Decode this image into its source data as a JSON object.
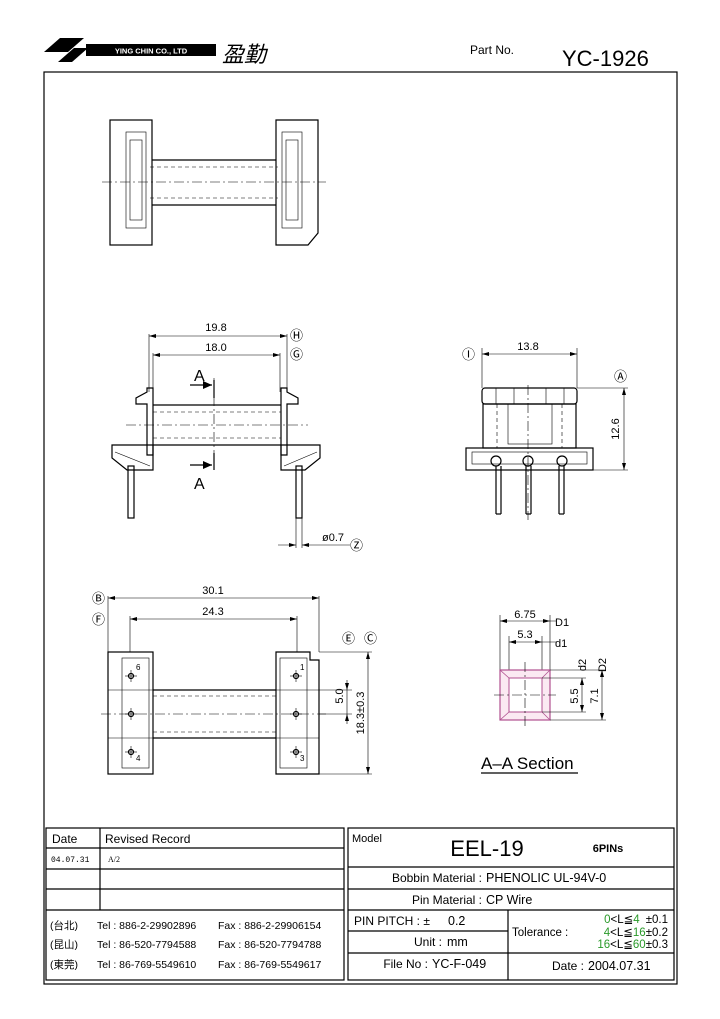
{
  "header": {
    "company": "YING CHIN CO., LTD",
    "company_cn": "盈勤",
    "part_no_label": "Part No.",
    "part_no": "YC-1926"
  },
  "dims": {
    "d19_8": "19.8",
    "d18_0": "18.0",
    "mark_h": "Ⓗ",
    "mark_g": "Ⓖ",
    "sec_a1": "A",
    "sec_a2": "A",
    "pin_dia": "ø0.7",
    "mark_z": "Ⓩ",
    "d13_8": "13.8",
    "mark_i": "Ⓘ",
    "mark_a": "Ⓐ",
    "d12_6": "12.6",
    "d30_1": "30.1",
    "d24_3": "24.3",
    "mark_b": "Ⓑ",
    "mark_f": "Ⓕ",
    "mark_e": "Ⓔ",
    "mark_c": "Ⓒ",
    "d5_0": "5.0",
    "d18_3": "18.3±0.3",
    "pin1": "1",
    "pin3": "3",
    "pin4": "4",
    "pin6": "6",
    "d6_75": "6.75",
    "d5_3": "5.3",
    "mark_d1": "D1",
    "mark_d1s": "d1",
    "mark_d2s": "d2",
    "mark_d2": "D2",
    "d5_5": "5.5",
    "d7_1": "7.1",
    "section_title": "A–A Section"
  },
  "revision": {
    "col_date": "Date",
    "col_record": "Revised  Record",
    "rows": [
      {
        "date": "04.07.31",
        "record": "A/2"
      }
    ]
  },
  "offices": [
    {
      "city": "(台北)",
      "tel": "Tel : 886-2-29902896",
      "fax": "Fax : 886-2-29906154"
    },
    {
      "city": "(昆山)",
      "tel": "Tel : 86-520-7794588",
      "fax": "Fax : 86-520-7794788"
    },
    {
      "city": "(東莞)",
      "tel": "Tel : 86-769-5549610",
      "fax": "Fax : 86-769-5549617"
    }
  ],
  "spec": {
    "model_label": "Model",
    "model": "EEL-19",
    "pins": "6PINs",
    "bobbin_label": "Bobbin  Material :",
    "bobbin": "PHENOLIC UL-94V-0",
    "pin_label": "Pin  Material :",
    "pin_material": "CP Wire",
    "pitch_label": "PIN  PITCH : ±",
    "pitch": "0.2",
    "unit_label": "Unit :",
    "unit": "mm",
    "file_label": "File  No :",
    "file": "YC-F-049",
    "date_label": "Date :",
    "date": "2004.07.31",
    "tolerance_label": "Tolerance :",
    "tolerance": [
      {
        "lo": "0",
        "op": "<L≦",
        "hi": "4",
        "val": "±0.1"
      },
      {
        "lo": "4",
        "op": "<L≦",
        "hi": "16",
        "val": "±0.2"
      },
      {
        "lo": "16",
        "op": "<L≦",
        "hi": "60",
        "val": "±0.3"
      }
    ]
  }
}
